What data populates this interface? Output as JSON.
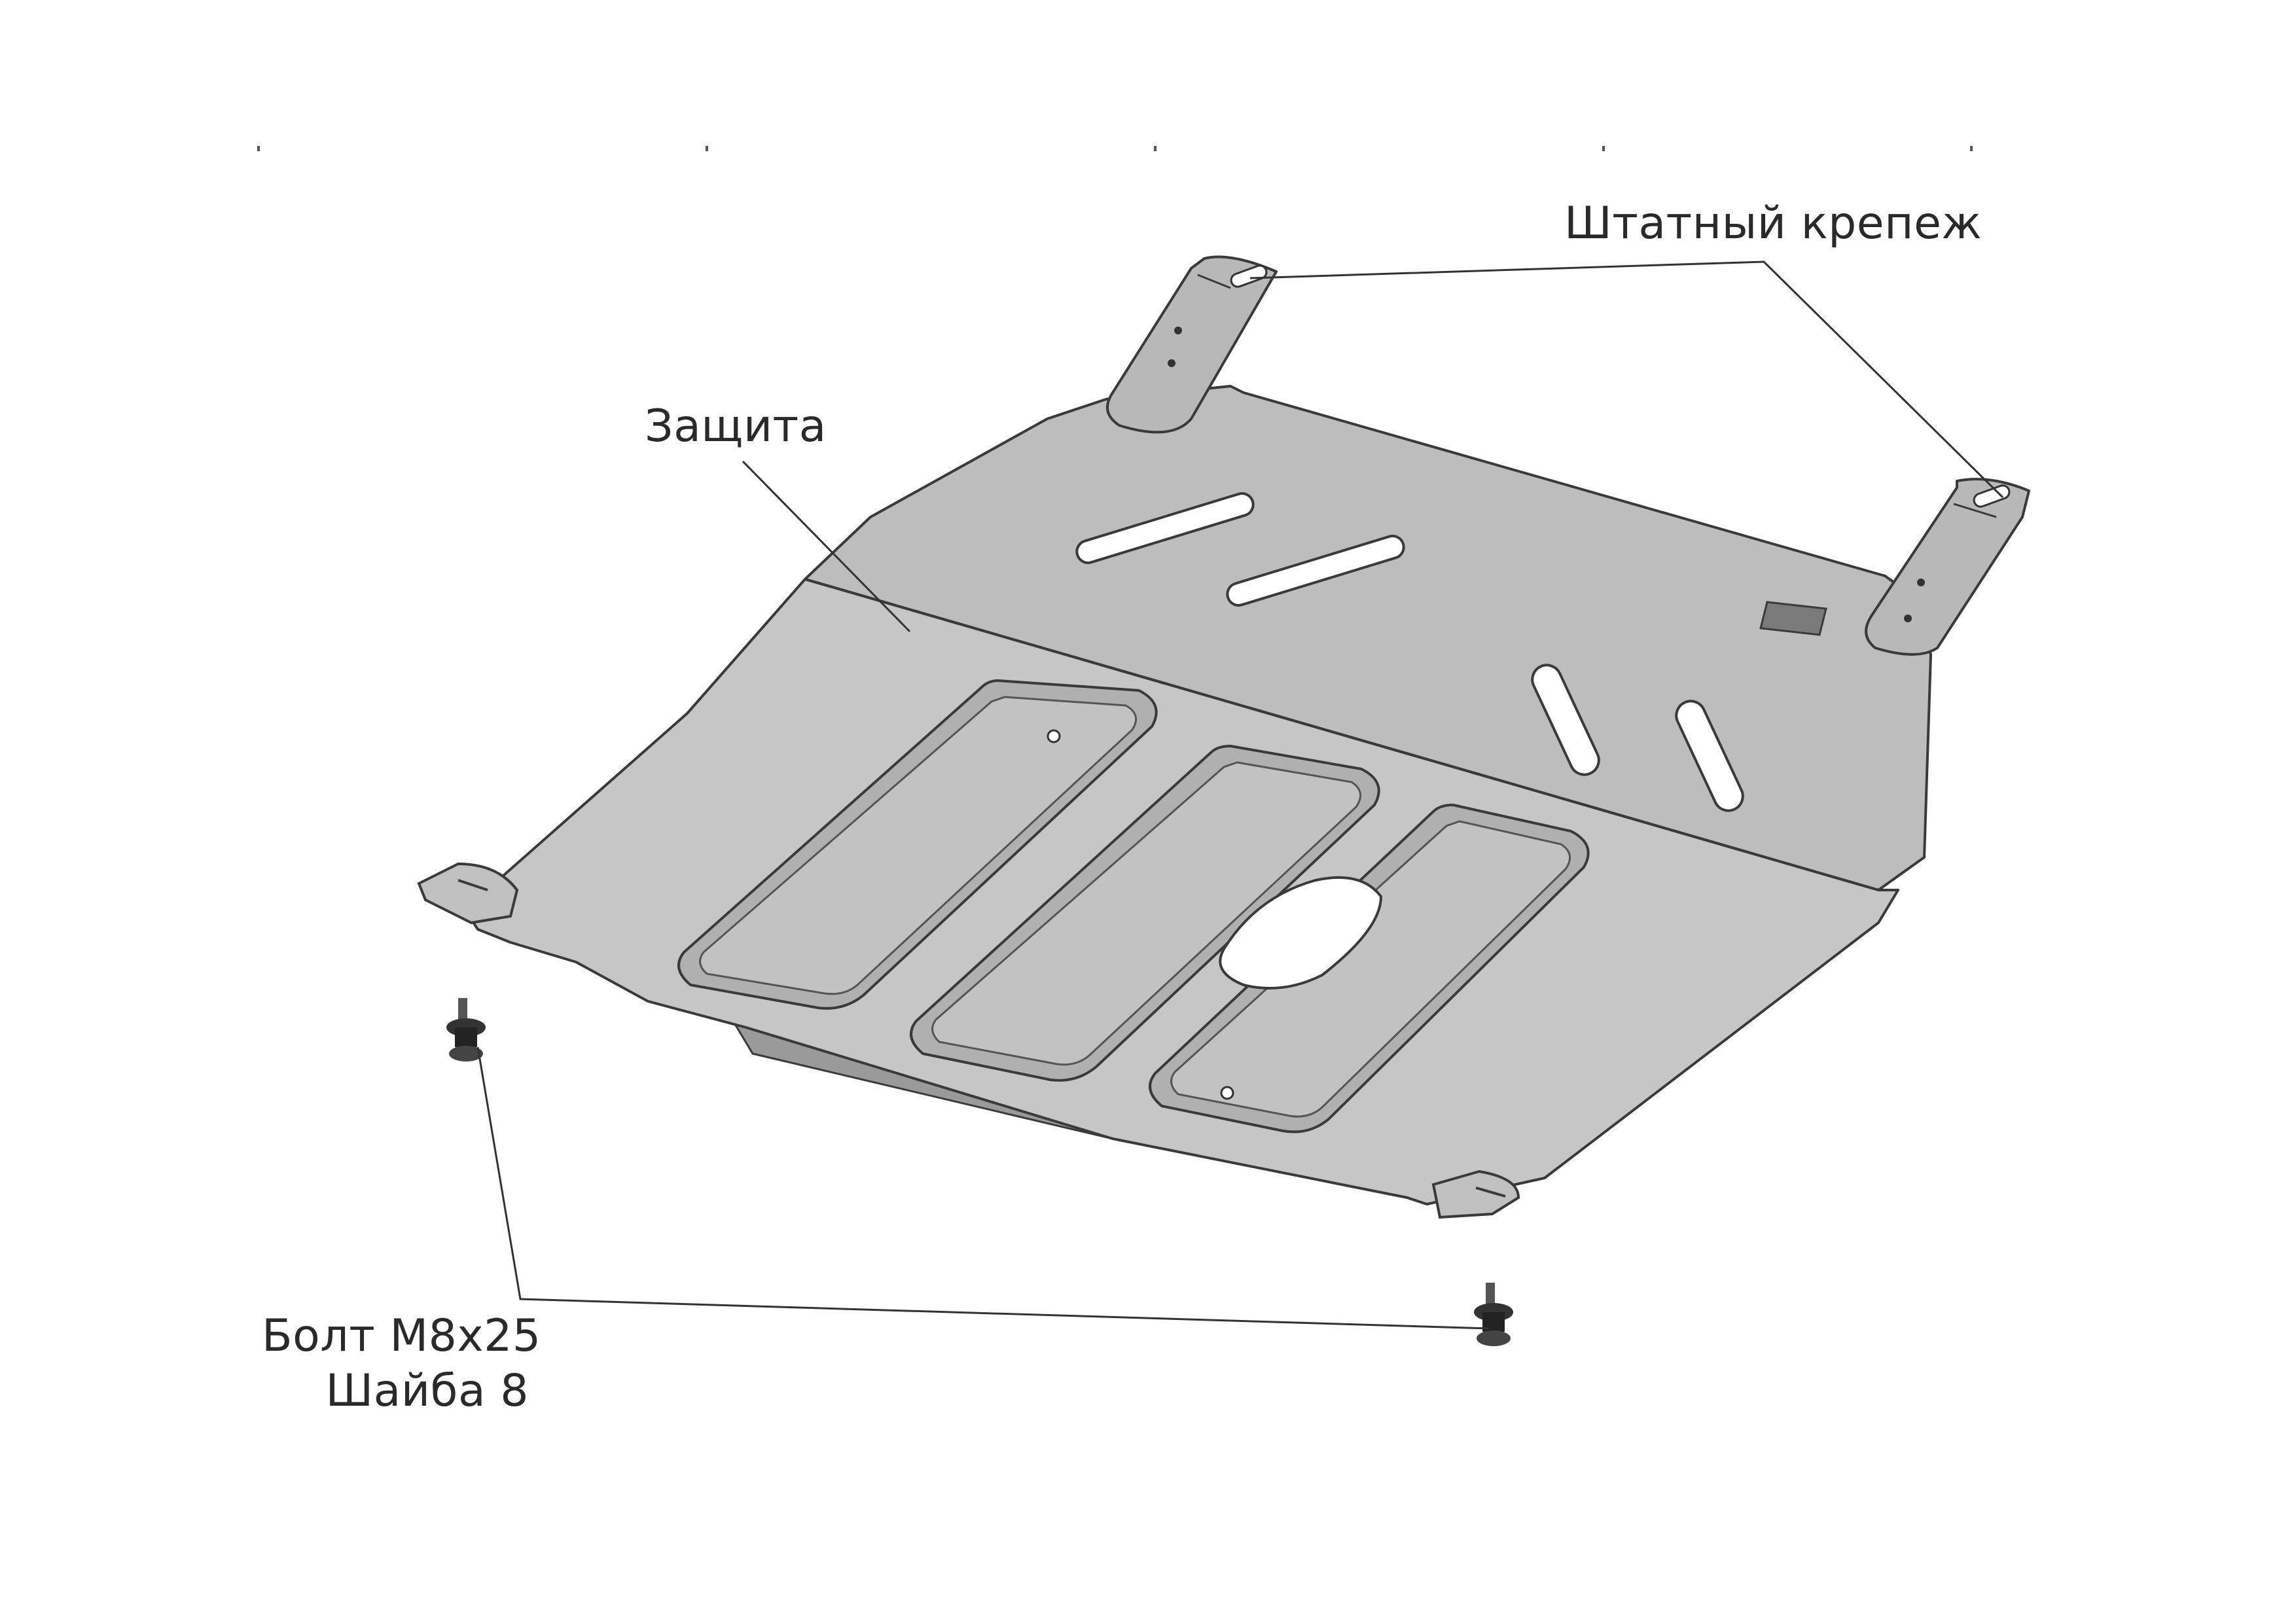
{
  "labels": {
    "fasteners": "Штатный крепеж",
    "guard": "Защита",
    "bolt": "Болт М8х25",
    "washer": "Шайба 8"
  },
  "colors": {
    "background": "#ffffff",
    "plate_light": "#c9c9c9",
    "plate_mid": "#b4b4b4",
    "plate_dark": "#8f8f8f",
    "outline": "#3a3a3a",
    "text": "#2a2a2a"
  }
}
